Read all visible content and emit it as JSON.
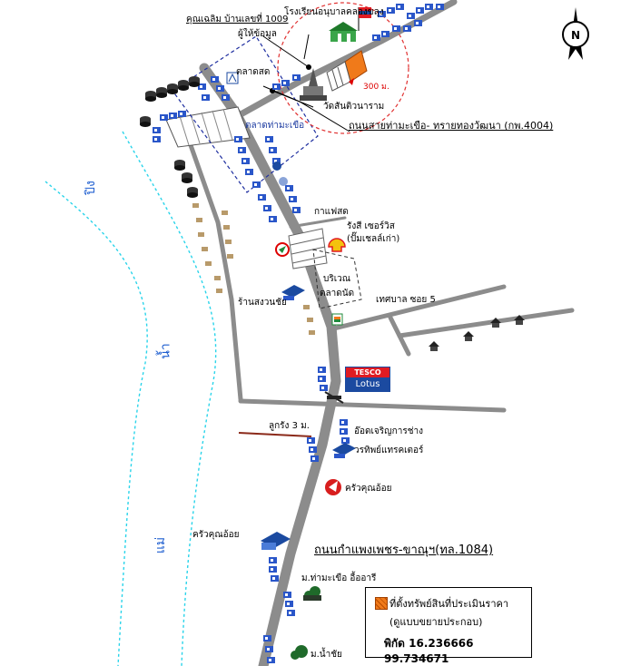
{
  "labels": {
    "school": "โรงเรียนอนุบาลคลองขลุง",
    "house": "คุณเฉลิม บ้านเลขที่ 1009",
    "informant": "ผู้ให้ข้อมูล",
    "market_top": "ตลาดสด",
    "market_mid": "ตลาดท่ามะเขือ",
    "temple": "วัดสันติวนาราม",
    "distance": "300 ม.",
    "road_4004": "ถนนสายท่ามะเขือ- ทรายทองวัฒนา (กพ.4004)",
    "cafe": "กาแฟสด",
    "shell": "รังสี เซอร์วิส",
    "shell_sub": "(ปั๊มเชลล์เก่า)",
    "area": "บริเวณ",
    "area2": "ตลาดนัด",
    "shop": "ร้านสงวนชัย",
    "soi5": "เทศบาล ซอย 5",
    "lukrang": "ลูกรัง 3 ม.",
    "auto_shop": "อ๊อดเจริญการช่าง",
    "tractor": "วรทิพย์แทรคเตอร์",
    "restaurant_r": "ครัวคุณอ้อย",
    "restaurant_l": "ครัวคุณอ้อย",
    "road_1084": "ถนนกำแพงเพชร-ขาณุฯ(ทล.1084)",
    "village1": "ม.ท่ามะเขือ อื้ออารี",
    "village2": "ม.น้ำชัย",
    "river_ping": "ปิง",
    "river_water": "น้ำ",
    "river_mae": "แม่",
    "tesco_top": "TESCO",
    "tesco_bottom": "Lotus",
    "compass": "N"
  },
  "legend": {
    "line1": "ที่ตั้งทรัพย์สินที่ประเมินราคา",
    "line2": "(ดูแบบขยายประกอบ)",
    "coords": "พิกัด  16.236666  99.734671"
  },
  "colors": {
    "road": "#8c8c8c",
    "river": "#2ad4ea",
    "house_blue": "#2a56c9",
    "property": "#f07a1a",
    "dirt_road": "#8b2a1a",
    "dash_circle": "#e03030"
  }
}
